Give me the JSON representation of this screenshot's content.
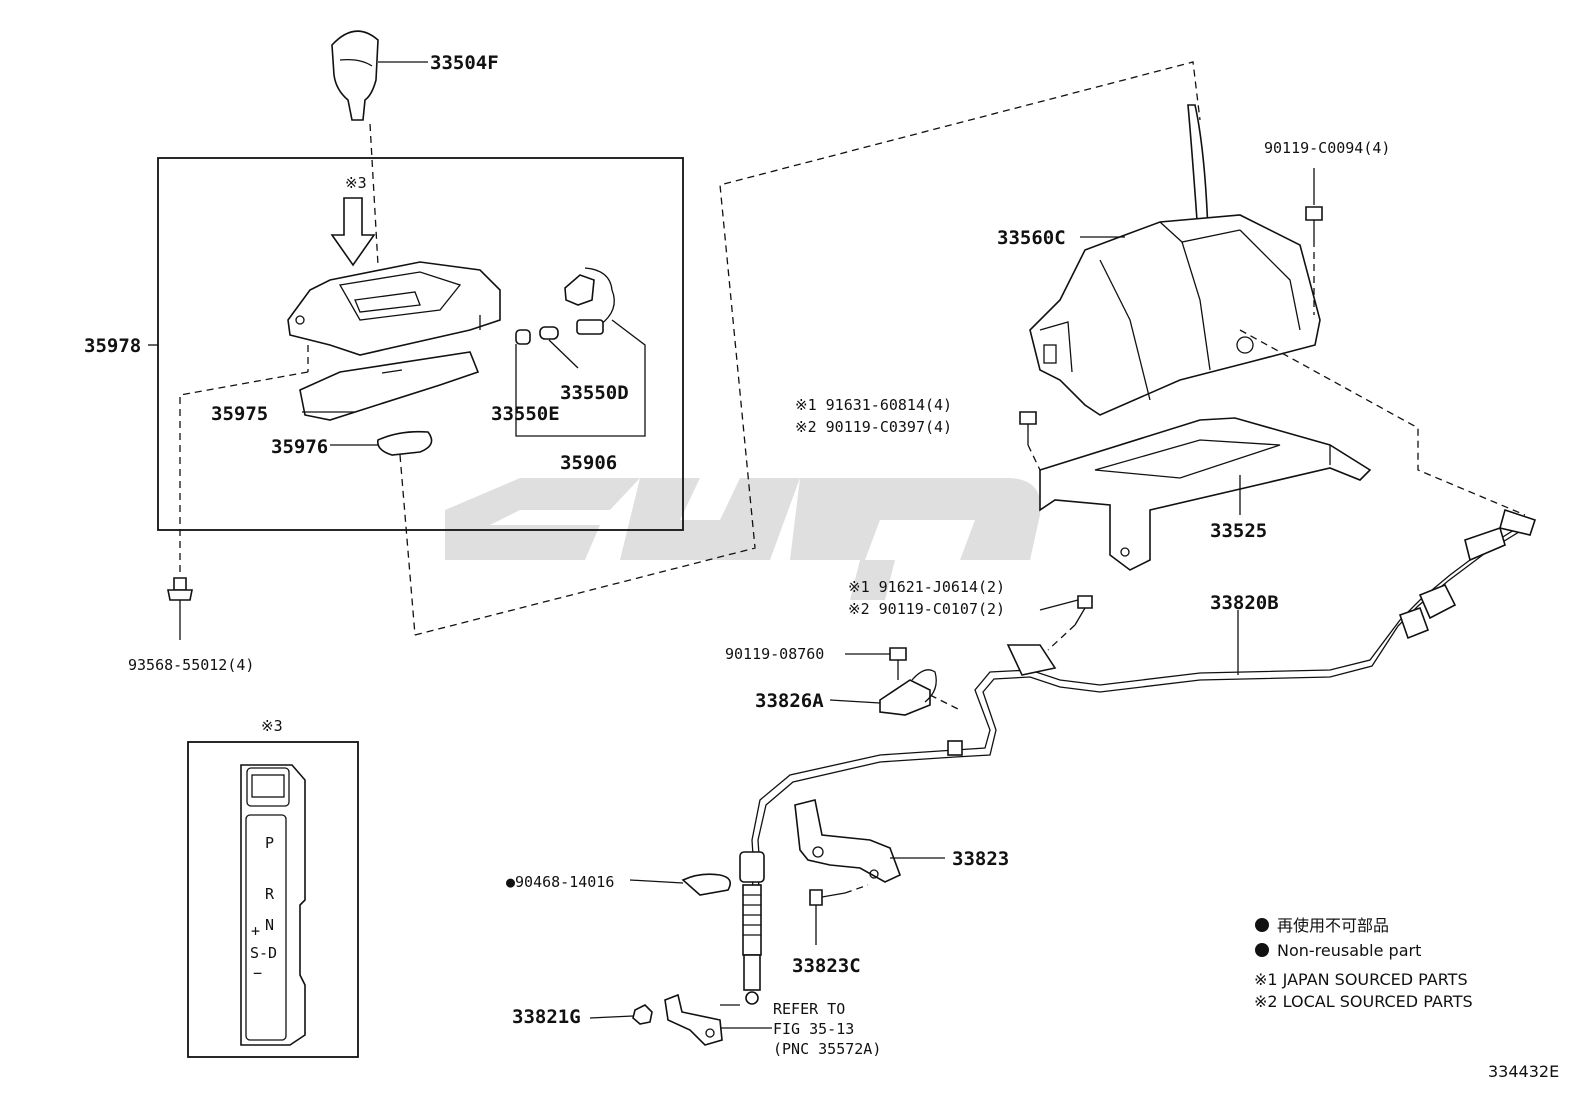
{
  "diagram": {
    "figure_id": "334432E",
    "parts": {
      "knob": "33504F",
      "indicator_housing": "35978",
      "indicator_cover": "35975",
      "indicator_plate": "35976",
      "bulb_socket_cap": "33550E",
      "bulb": "33550D",
      "wire_harness": "35906",
      "lower_screw": "93568-55012(4)",
      "shift_lever_assy": "33560C",
      "top_right_bolt": "90119-C0094(4)",
      "retainer_bolt_jp": "※1 91631-60814(4)",
      "retainer_bolt_local": "※2 90119-C0397(4)",
      "lever_retainer": "33525",
      "cable_bolt_jp": "※1 91621-J0614(2)",
      "cable_bolt_local": "※2 90119-C0107(2)",
      "control_cable": "33820B",
      "clamp_bolt": "90119-08760",
      "cable_clamp": "33826A",
      "cable_clip": "●90468-14016",
      "cable_bracket": "33823",
      "bracket_bolt": "33823C",
      "cable_nut": "33821G",
      "refer_line1": "REFER TO",
      "refer_line2": "FIG 35-13",
      "refer_line3": "(PNC 35572A)",
      "note_ref": "※3"
    },
    "gate_positions": {
      "p": "P",
      "r": "R",
      "n": "N",
      "plus": "+",
      "sd": "S-D",
      "minus": "−"
    },
    "legend": {
      "non_reusable_jp": "再使用不可部品",
      "non_reusable_en": "Non-reusable part",
      "japan_sourced": "※1 JAPAN SOURCED PARTS",
      "local_sourced": "※2 LOCAL SOURCED PARTS"
    }
  }
}
